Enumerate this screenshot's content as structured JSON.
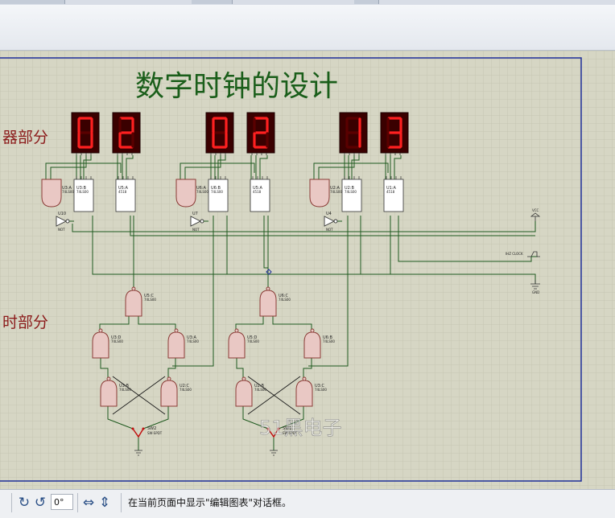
{
  "window": {
    "title": ""
  },
  "schematic": {
    "title": "数字时钟的设计",
    "section_labels": {
      "counter": "器部分",
      "setting": "时部分"
    },
    "displays": [
      {
        "id": "d1",
        "digit": "0"
      },
      {
        "id": "d2",
        "digit": "2"
      },
      {
        "id": "d3",
        "digit": "0"
      },
      {
        "id": "d4",
        "digit": "2"
      },
      {
        "id": "d5",
        "digit": "1"
      },
      {
        "id": "d6",
        "digit": "3"
      }
    ],
    "counter_chips": [
      {
        "ref": "U3:A",
        "part": "74LS00"
      },
      {
        "ref": "U3:B",
        "part": "74LS00"
      },
      {
        "ref": "U5:A",
        "part": "4518"
      },
      {
        "ref": "U6:A",
        "part": "74LS00"
      },
      {
        "ref": "U6:B",
        "part": "74LS00"
      },
      {
        "ref": "U5:A",
        "part": "4518"
      },
      {
        "ref": "U2:A",
        "part": "74LS00"
      },
      {
        "ref": "U2:B",
        "part": "74LS00"
      },
      {
        "ref": "U1:A",
        "part": "4518"
      }
    ],
    "inverters": [
      {
        "ref": "U10",
        "part": "NOT"
      },
      {
        "ref": "U7",
        "part": "NOT"
      },
      {
        "ref": "U4",
        "part": "NOT"
      }
    ],
    "setting_gates": [
      {
        "ref": "U5:C",
        "part": "74LS00"
      },
      {
        "ref": "U3:D",
        "part": "74LS00"
      },
      {
        "ref": "U3:A",
        "part": "74LS00"
      },
      {
        "ref": "U3:B",
        "part": "74LS00"
      },
      {
        "ref": "U2:C",
        "part": "74LS00"
      },
      {
        "ref": "U6:C",
        "part": "74LS00"
      },
      {
        "ref": "U5:D",
        "part": "74LS00"
      },
      {
        "ref": "U6:B",
        "part": "74LS00"
      },
      {
        "ref": "U2:B",
        "part": "74LS00"
      },
      {
        "ref": "U3:C",
        "part": "74LS00"
      }
    ],
    "switches": [
      {
        "ref": "SW2",
        "part": "SW-SPDT"
      },
      {
        "ref": "SW1",
        "part": "SW-SPDT"
      }
    ],
    "terminals": {
      "vcc": "VCC",
      "clock": "IHZ CLOCK",
      "gnd": "GND"
    },
    "watermark": "51黑电子"
  },
  "statusbar": {
    "rotation_value": "0°",
    "message": "在当前页面中显示\"编辑图表\"对话框。"
  },
  "colors": {
    "canvas": "#d6d6c4",
    "grid": "#c4c4b0",
    "sheet_border": "#1e2f9a",
    "wire": "#1f5a1f",
    "segment_on": "#ff2020",
    "segment_off": "#5a0000",
    "title": "#1a5e1a"
  }
}
